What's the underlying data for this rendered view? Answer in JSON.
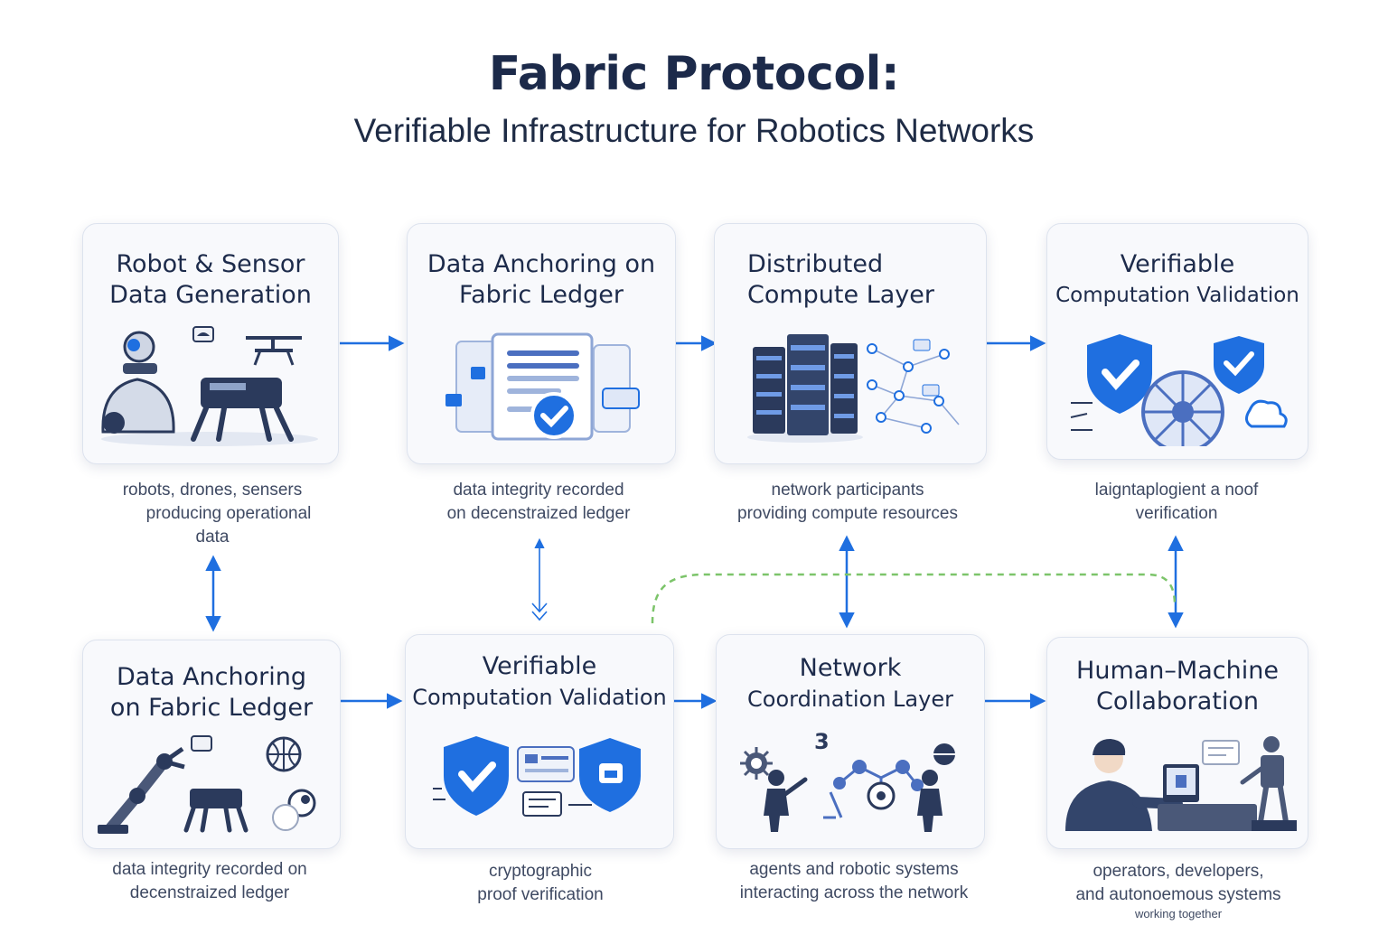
{
  "title": "Fabric Protocol:",
  "subtitle": "Verifiable Infrastructure for Robotics Networks",
  "colors": {
    "accent": "#1f6fe0",
    "navy": "#1c2a4a",
    "loop": "#7cc46a"
  },
  "cards": [
    {
      "line1": "Robot & Sensor",
      "line2": "Data Generation",
      "icon": "robot-sensor-icon",
      "cap": [
        "robots, drones, sensers",
        "producing operational",
        "data"
      ]
    },
    {
      "line1": "Data Anchoring on",
      "line2": "Fabric Ledger",
      "icon": "ledger-check-icon",
      "cap": [
        "data integrity recorded",
        "on decenstraized ledger"
      ]
    },
    {
      "line1": "Distributed",
      "line2": "Compute Layer",
      "icon": "server-network-icon",
      "cap": [
        "network participants",
        "providing compute resources"
      ]
    },
    {
      "line1": "Verifiable",
      "line2": "Computation Validation",
      "icon": "shield-check-icon",
      "cap": [
        "laigntaplogient a noof",
        "verification"
      ]
    },
    {
      "line1": "Data Anchoring",
      "line2": "on Fabric Ledger",
      "icon": "robot-arm-icon",
      "cap": [
        "data integrity recorded on",
        "decenstraized ledger"
      ]
    },
    {
      "line1": "Verifiable",
      "line2": "Computation Validation",
      "icon": "shield-proof-icon",
      "cap": [
        "cryptographic",
        "proof verification"
      ]
    },
    {
      "line1": "Network",
      "line2": "Coordination Layer",
      "icon": "agents-network-icon",
      "cap": [
        "agents and robotic systems",
        "interacting across the network"
      ]
    },
    {
      "line1": "Human–Machine",
      "line2": "Collaboration",
      "icon": "operator-robot-icon",
      "cap": [
        "operators, developers,",
        "and autonoemous systems"
      ],
      "extra": "working together"
    }
  ]
}
